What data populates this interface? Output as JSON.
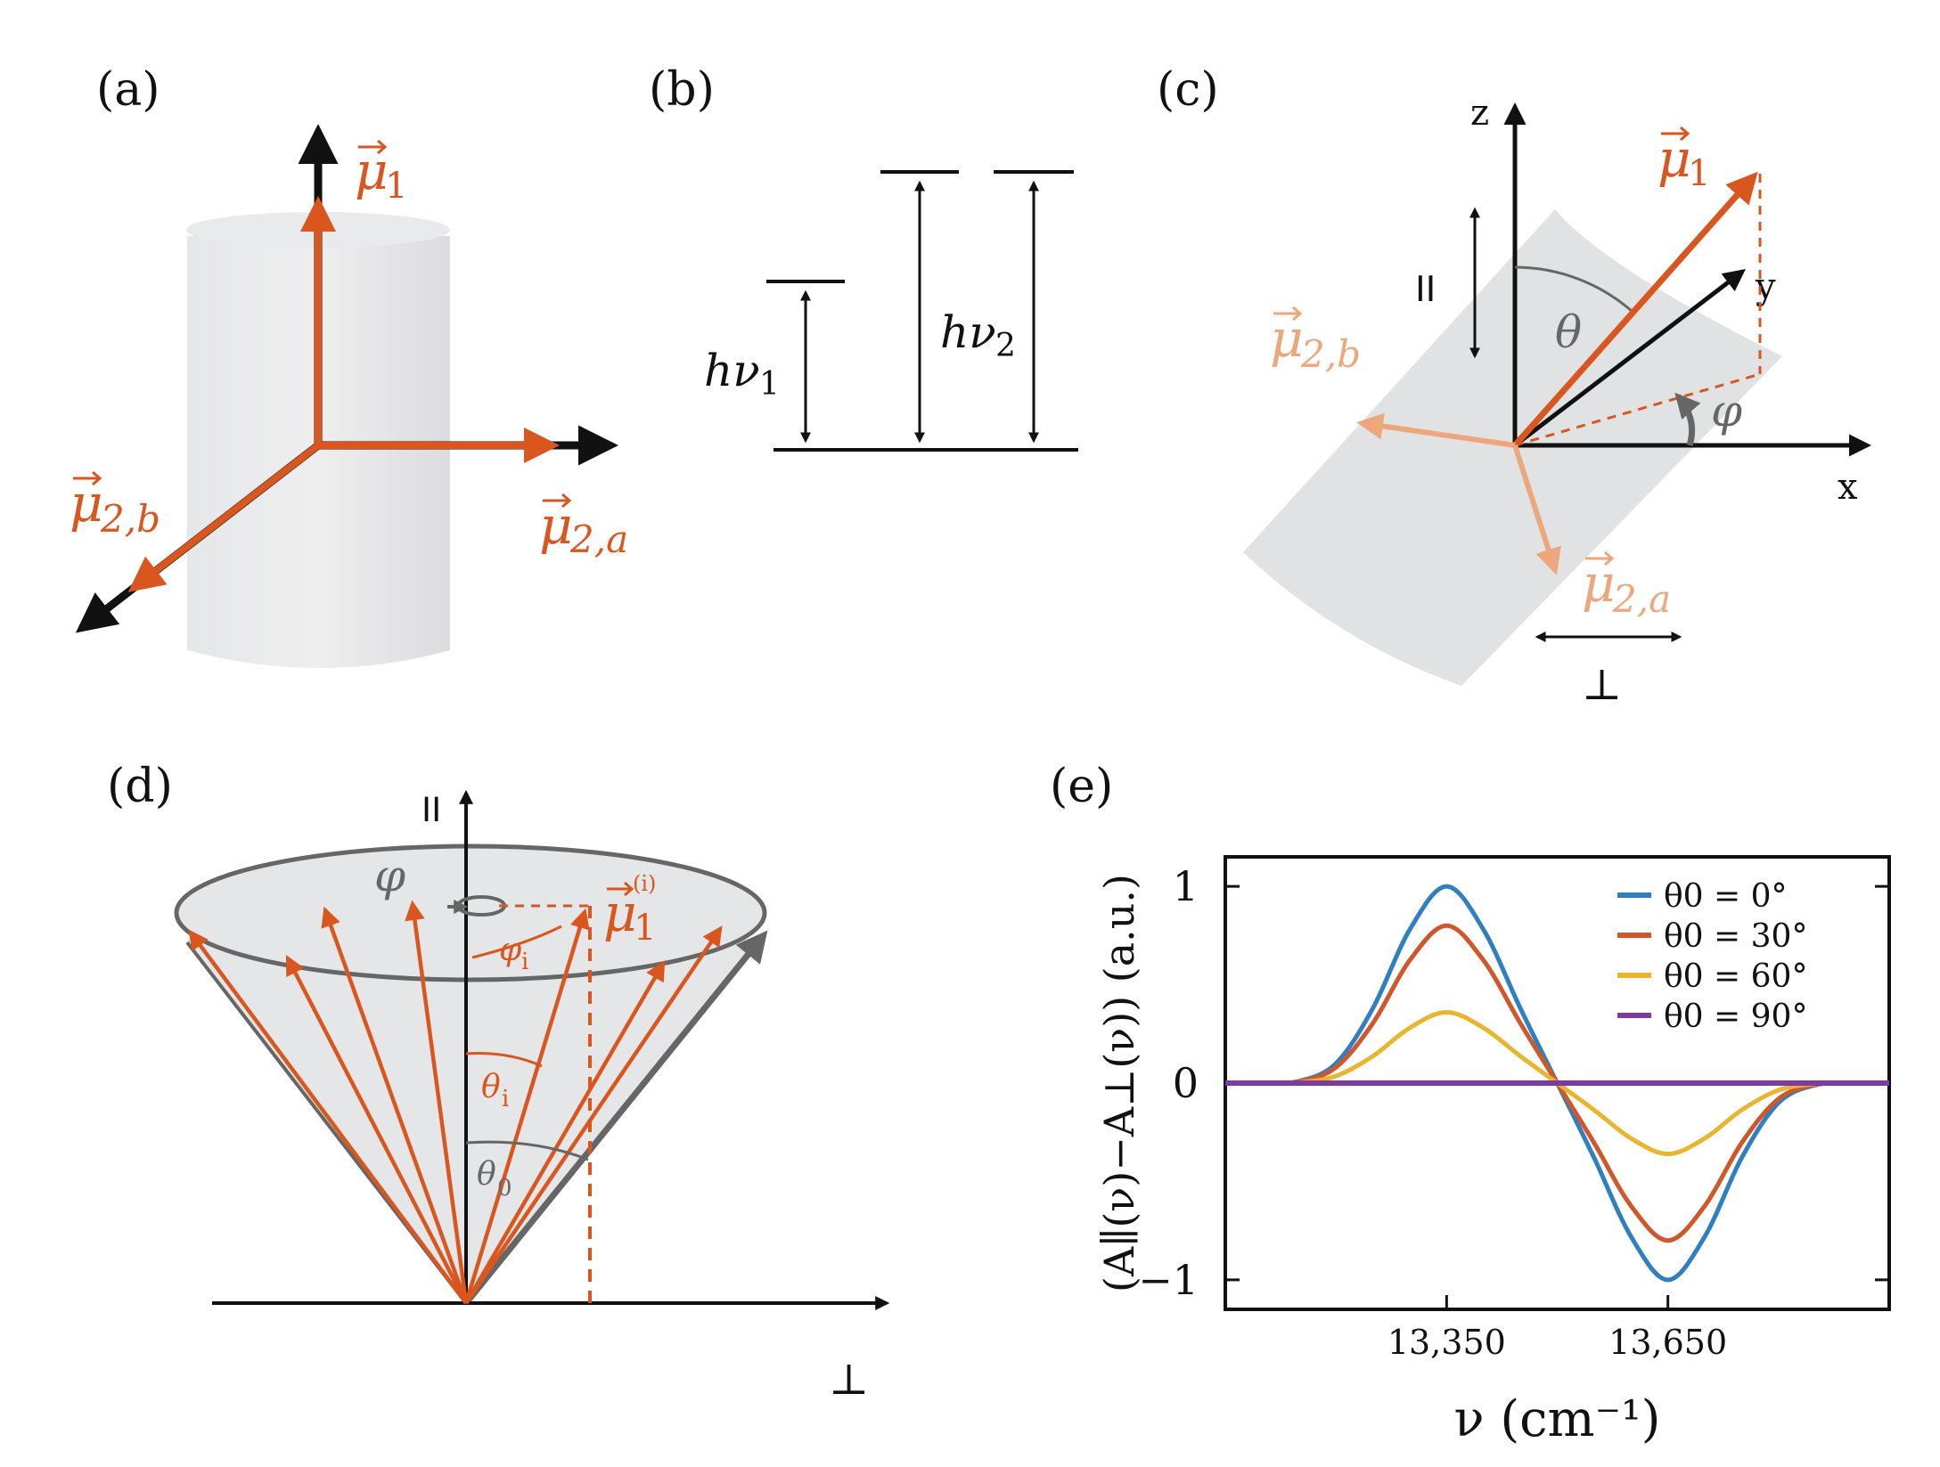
{
  "panels": {
    "a": {
      "label": "(a)",
      "mu1": "μ",
      "mu1_sub": "1",
      "mu2a": "μ",
      "mu2a_sub": "2,a",
      "mu2b": "μ",
      "mu2b_sub": "2,b"
    },
    "b": {
      "label": "(b)",
      "hnu1": "hν",
      "hnu1_sub": "1",
      "hnu2": "hν",
      "hnu2_sub": "2"
    },
    "c": {
      "label": "(c)",
      "z": "z",
      "y": "y",
      "x": "x",
      "parallel": "II",
      "perp": "⊥",
      "theta": "θ",
      "phi": "φ",
      "mu1": "μ",
      "mu1_sub": "1",
      "mu2a": "μ",
      "mu2a_sub": "2,a",
      "mu2b": "μ",
      "mu2b_sub": "2,b"
    },
    "d": {
      "label": "(d)",
      "parallel": "II",
      "perp": "⊥",
      "phi": "φ",
      "phi_i": "φ",
      "phi_i_sub": "i",
      "theta_i": "θ",
      "theta_i_sub": "i",
      "theta0": "θ",
      "theta0_sub": "0",
      "mu": "μ",
      "mu_sub": "1",
      "mu_sup": "(i)"
    },
    "e": {
      "label": "(e)"
    }
  },
  "colors": {
    "orange": "#d9571e",
    "light_orange": "#eda77c",
    "gray_fill": "#e2e3e5",
    "black": "#111111"
  },
  "chart_data": {
    "type": "line",
    "xlabel": "ν (cm⁻¹)",
    "ylabel": "(A∥(ν)−A⊥(ν)) (a.u.)",
    "xlim": [
      13050,
      13950
    ],
    "ylim": [
      -1.15,
      1.15
    ],
    "xticks": [
      13350,
      13650
    ],
    "xtick_labels": [
      "13,350",
      "13,650"
    ],
    "yticks": [
      1,
      0,
      -1
    ],
    "ytick_labels": [
      "1",
      "0",
      "−1"
    ],
    "legend_position": "top-right",
    "series": [
      {
        "name": "θ0 = 0°",
        "color": "#2f7fc1",
        "amplitude": 1.0
      },
      {
        "name": "θ0 = 30°",
        "color": "#d1572a",
        "amplitude": 0.8
      },
      {
        "name": "θ0 = 60°",
        "color": "#e8b52e",
        "amplitude": 0.36
      },
      {
        "name": "θ0 = 90°",
        "color": "#7d3aa0",
        "amplitude": 0.0
      }
    ],
    "peak_positive_x": 13350,
    "peak_negative_x": 13650,
    "zero_crossing_x": 13500,
    "curve_points_x": [
      13050,
      13100,
      13150,
      13200,
      13250,
      13300,
      13350,
      13400,
      13450,
      13500,
      13550,
      13600,
      13650,
      13700,
      13750,
      13800,
      13850,
      13900,
      13950
    ],
    "curve_points_unit_y": [
      0.0,
      0.0,
      0.01,
      0.1,
      0.38,
      0.78,
      1.0,
      0.78,
      0.38,
      0.0,
      -0.38,
      -0.78,
      -1.0,
      -0.78,
      -0.38,
      -0.1,
      -0.01,
      0.0,
      0.0
    ]
  }
}
